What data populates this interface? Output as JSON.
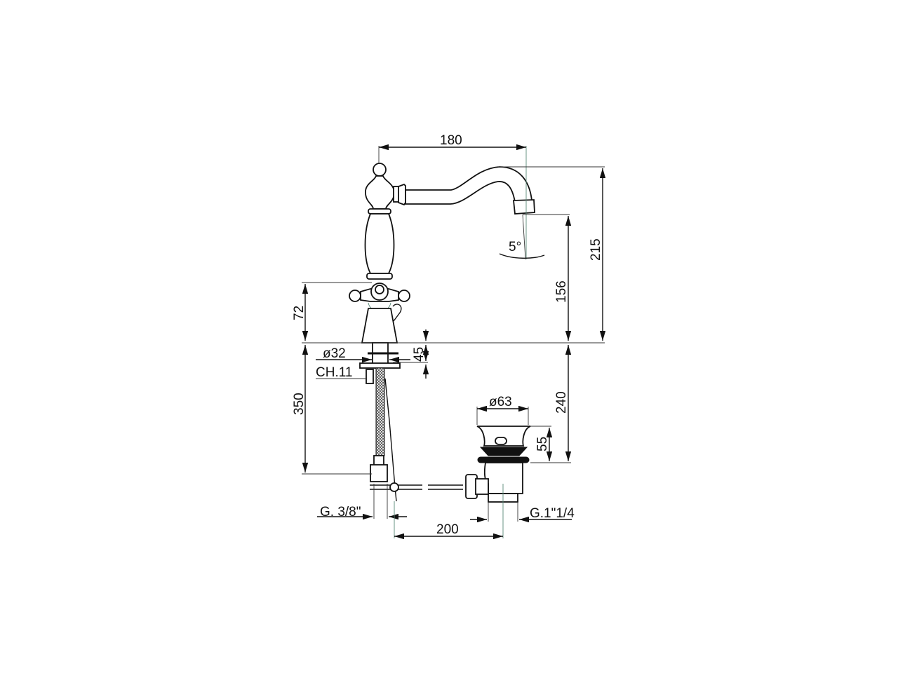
{
  "drawing": {
    "title": "Single-hole basin mixer with pop-up waste — technical drawing",
    "dimensions": {
      "spout_reach": "180",
      "total_height": "215",
      "spout_outlet_height": "156",
      "spout_angle": "5°",
      "body_height": "72",
      "shank_diameter": "ø32",
      "shank_length": "45",
      "nut_size": "CH.11",
      "hose_length": "350",
      "waste_depth": "240",
      "waste_diameter": "ø63",
      "waste_head_height": "55",
      "hose_connection": "G. 3/8\"",
      "waste_thread": "G.1\"1/4",
      "tap_to_waste_distance": "200"
    }
  }
}
